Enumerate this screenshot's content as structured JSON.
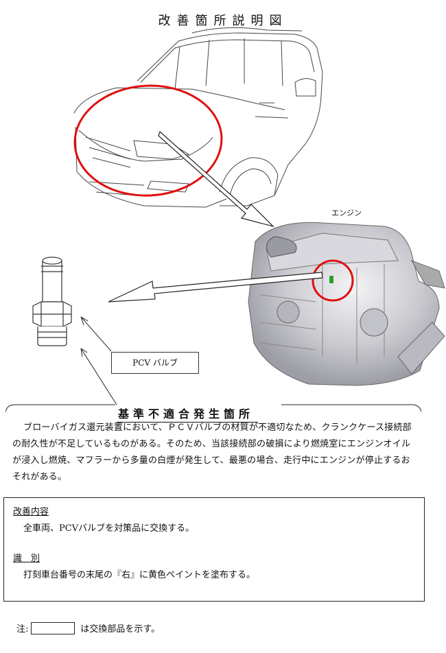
{
  "title": "改善箇所説明図",
  "engine_label": "エンジン",
  "pcv_label": "PCV バルブ",
  "defect": {
    "heading": "基準不適合発生箇所",
    "text": "ブローバイガス還元装置において、ＰＣＶバルブの材質が不適切なため、クランクケース接続部の耐久性が不足しているものがある。そのため、当該接続部の破損により燃焼室にエンジンオイルが浸入し燃焼、マフラーから多量の白煙が発生して、最悪の場合、走行中にエンジンが停止するおそれがある。"
  },
  "improvement": {
    "heading": "改善内容",
    "text": "全車両、PCVバルブを対策品に交換する。"
  },
  "identification": {
    "heading": "識　別",
    "text": "打刻車台番号の末尾の『右』に黄色ペイントを塗布する。"
  },
  "note": {
    "prefix": "注:",
    "suffix": "は交換部品を示す。"
  },
  "colors": {
    "highlight_circle": "#e01010",
    "replaced_part": "#2a9d2a"
  }
}
